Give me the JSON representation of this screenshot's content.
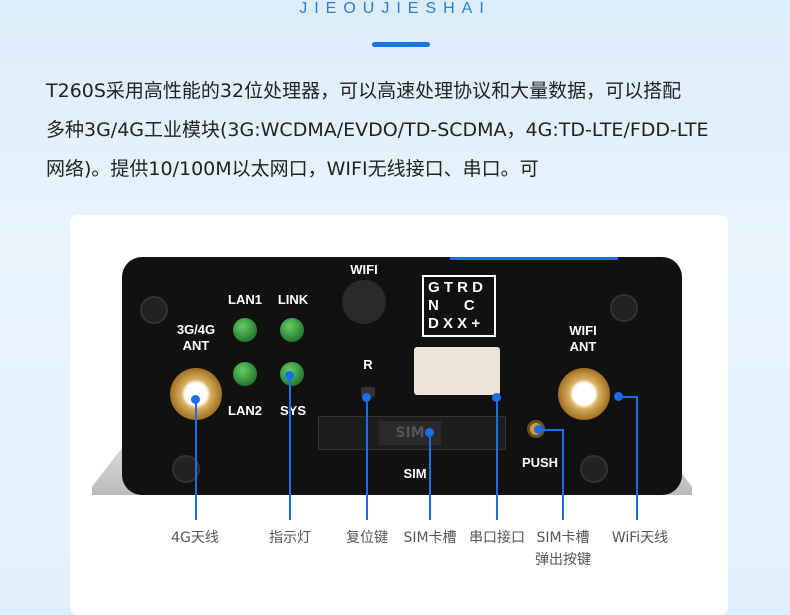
{
  "header": {
    "brand": "JIEOUJIESHAI"
  },
  "description": {
    "lines": [
      "T260S采用高性能的32位处理器，可以高速处理协议和大量数据，可以搭配",
      "多种3G/4G工业模块(3G:WCDMA/EVDO/TD-SCDMA，4G:TD-LTE/FDD-LTE",
      "网络)。提供10/100M以太网口，WIFI无线接口、串口。可"
    ]
  },
  "device": {
    "ant1": "3G/4G\nANT",
    "lan1": "LAN1",
    "link": "LINK",
    "lan2": "LAN2",
    "sys": "SYS",
    "wifi": "WIFI",
    "reset": "R",
    "serial": [
      "G T R D",
      "N      C",
      "D X X +"
    ],
    "wifi_ant": "WIFI\nANT",
    "sim_slot": "SIM",
    "sim": "SIM",
    "push": "PUSH"
  },
  "labels": [
    "4G天线",
    "指示灯",
    "复位键",
    "SIM卡槽",
    "串口接口",
    "SIM卡槽\n弹出按键",
    "WiFi天线"
  ],
  "colors": {
    "accent": "#1b6ee8"
  }
}
